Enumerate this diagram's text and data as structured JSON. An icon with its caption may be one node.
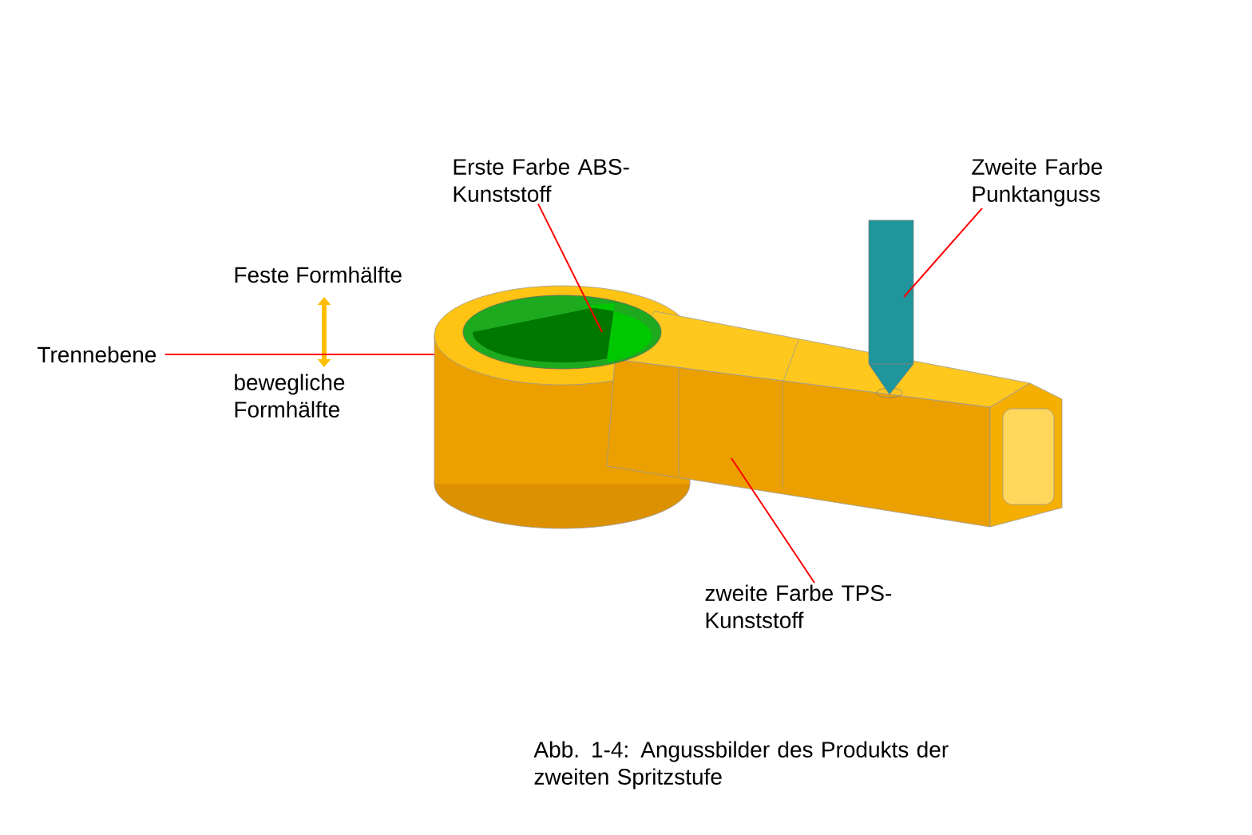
{
  "diagram": {
    "caption": "Abb. 1-4: Angussbilder des Produkts der zweiten Spritzstufe",
    "nodes": [
      {
        "text": [
          "Erste Farbe ABS-Kunststoff"
        ]
      },
      {
        "text": [],
        "shape": "picture"
      },
      {
        "text": [
          "Zweite Farbe Punktanguss"
        ]
      },
      {
        "text": [],
        "shape": "cylinder"
      },
      {
        "text": [
          "Trennebene"
        ]
      },
      {
        "text": [],
        "shape": "cylinder"
      },
      {
        "text": [
          "zweite Farbe TPS-Kunststoff"
        ]
      },
      {
        "text": [],
        "shape": "picture"
      }
    ],
    "edges": [
      {
        "from": 0,
        "to": 1,
        "arrow": "none"
      },
      {
        "from": 2,
        "to": 3,
        "arrow": "none"
      },
      {
        "from": 4,
        "to": 5,
        "arrow": "none"
      },
      {
        "from": 6,
        "to": 7,
        "arrow": "none"
      }
    ],
    "labels": [
      "Feste Formhälfte",
      "bewegliche Formhälfte"
    ]
  }
}
